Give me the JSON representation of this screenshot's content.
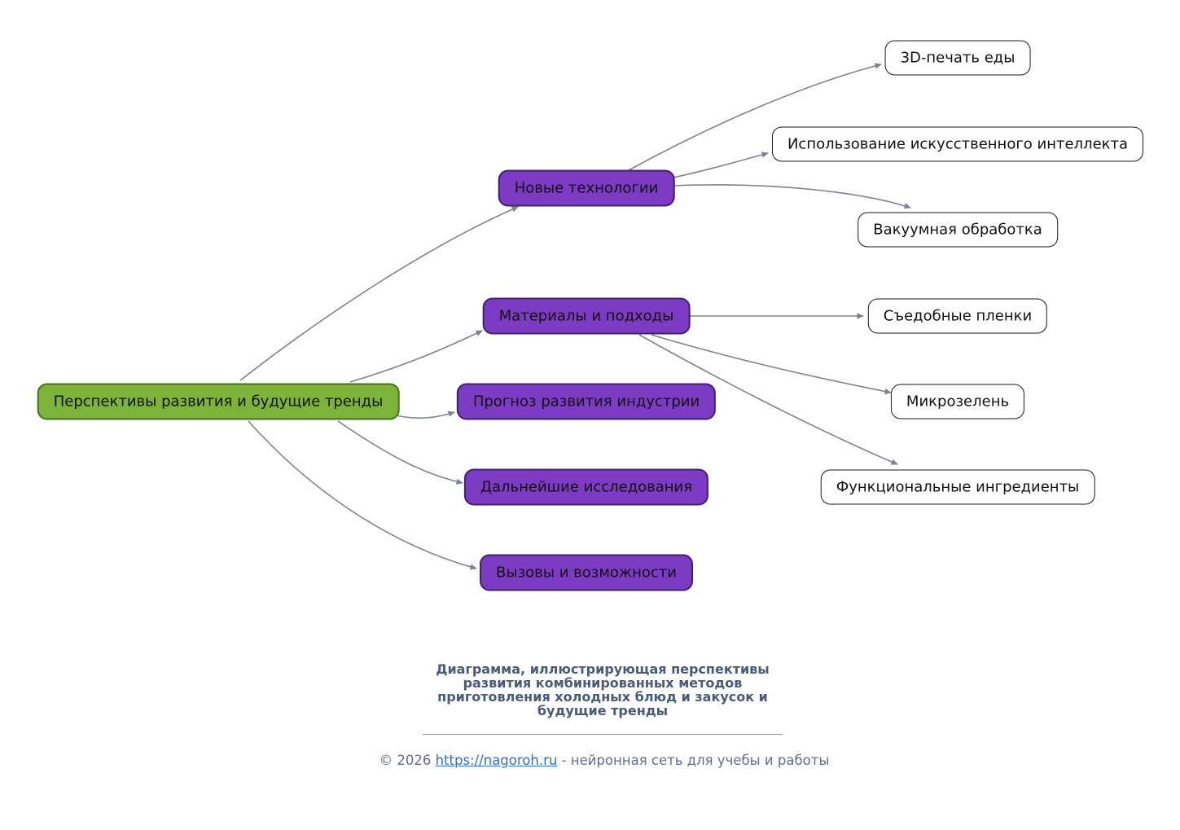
{
  "diagram": {
    "root": {
      "label": "Перспективы развития и будущие тренды",
      "fill": "#7cb33a"
    },
    "branches": [
      {
        "label": "Новые технологии",
        "fill": "#7d3bc4"
      },
      {
        "label": "Материалы и подходы",
        "fill": "#7d3bc4"
      },
      {
        "label": "Прогноз развития индустрии",
        "fill": "#7d3bc4"
      },
      {
        "label": "Дальнейшие исследования",
        "fill": "#7d3bc4"
      },
      {
        "label": "Вызовы и возможности",
        "fill": "#7d3bc4"
      }
    ],
    "leaves": [
      {
        "label": "3D-печать еды"
      },
      {
        "label": "Использование искусственного интеллекта"
      },
      {
        "label": "Вакуумная обработка"
      },
      {
        "label": "Съедобные пленки"
      },
      {
        "label": "Микрозелень"
      },
      {
        "label": "Функциональные ингредиенты"
      }
    ],
    "edges": [
      {
        "from": "Перспективы развития и будущие тренды",
        "to": "Новые технологии"
      },
      {
        "from": "Перспективы развития и будущие тренды",
        "to": "Материалы и подходы"
      },
      {
        "from": "Перспективы развития и будущие тренды",
        "to": "Прогноз развития индустрии"
      },
      {
        "from": "Перспективы развития и будущие тренды",
        "to": "Дальнейшие исследования"
      },
      {
        "from": "Перспективы развития и будущие тренды",
        "to": "Вызовы и возможности"
      },
      {
        "from": "Новые технологии",
        "to": "3D-печать еды"
      },
      {
        "from": "Новые технологии",
        "to": "Использование искусственного интеллекта"
      },
      {
        "from": "Новые технологии",
        "to": "Вакуумная обработка"
      },
      {
        "from": "Материалы и подходы",
        "to": "Съедобные пленки"
      },
      {
        "from": "Материалы и подходы",
        "to": "Микрозелень"
      },
      {
        "from": "Материалы и подходы",
        "to": "Функциональные ингредиенты"
      }
    ],
    "edge_color": "#7b8591"
  },
  "caption": {
    "text": "Диаграмма, иллюстрирующая перспективы\nразвития комбинированных методов\nприготовления холодных блюд и закусок и\nбудущие тренды"
  },
  "footer": {
    "prefix": "© 2026 ",
    "link": "https://nagoroh.ru",
    "suffix": " - нейронная сеть для учебы и работы"
  }
}
